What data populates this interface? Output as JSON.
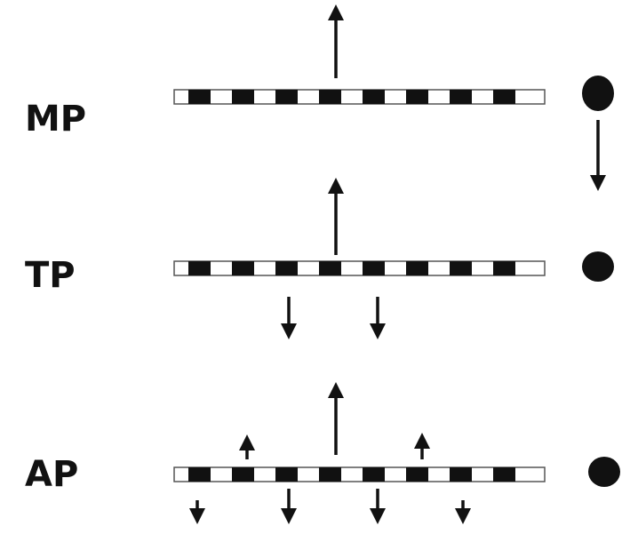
{
  "rows": [
    {
      "label": "MP"
    },
    {
      "label": "TP"
    },
    {
      "label": "AP"
    }
  ],
  "colors": {
    "ink": "#111111",
    "bar_fill": "#ffffff"
  }
}
